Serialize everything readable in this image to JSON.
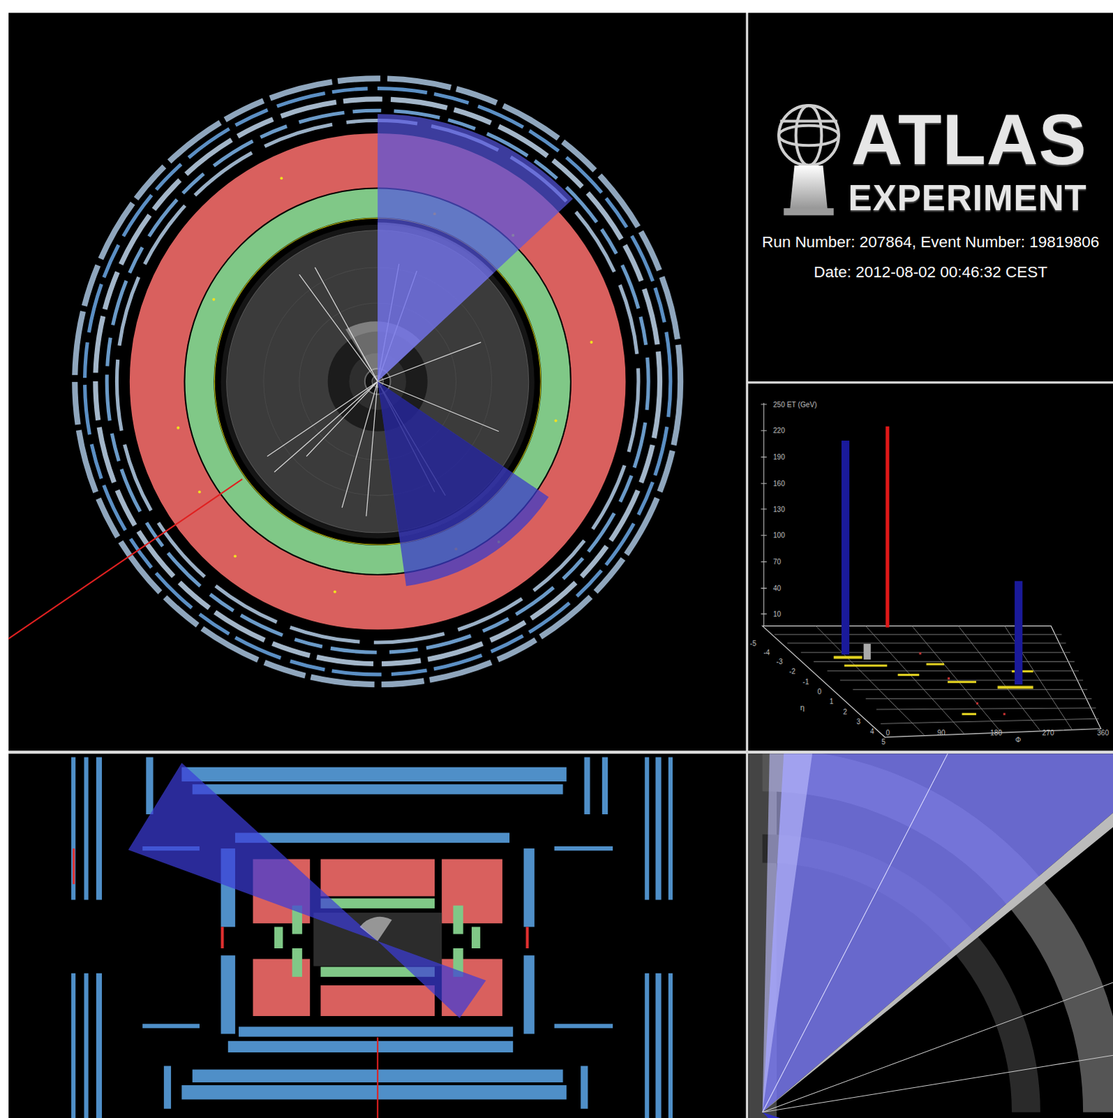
{
  "diagram": {
    "labels": [
      "ATLAS",
      "EXPERIMENT",
      "Run Number: 207864, Event Number: 19819806",
      "Date: 2012-08-02 00:46:32 CEST",
      "250 ET (GeV)",
      "220",
      "190",
      "160",
      "130",
      "100",
      "70",
      "40",
      "10",
      "-5",
      "-4",
      "-3",
      "-2",
      "-1",
      "0",
      "1",
      "2",
      "3",
      "4",
      "5",
      "η",
      "0",
      "90",
      "180",
      "270",
      "360",
      "Φ"
    ]
  }
}
